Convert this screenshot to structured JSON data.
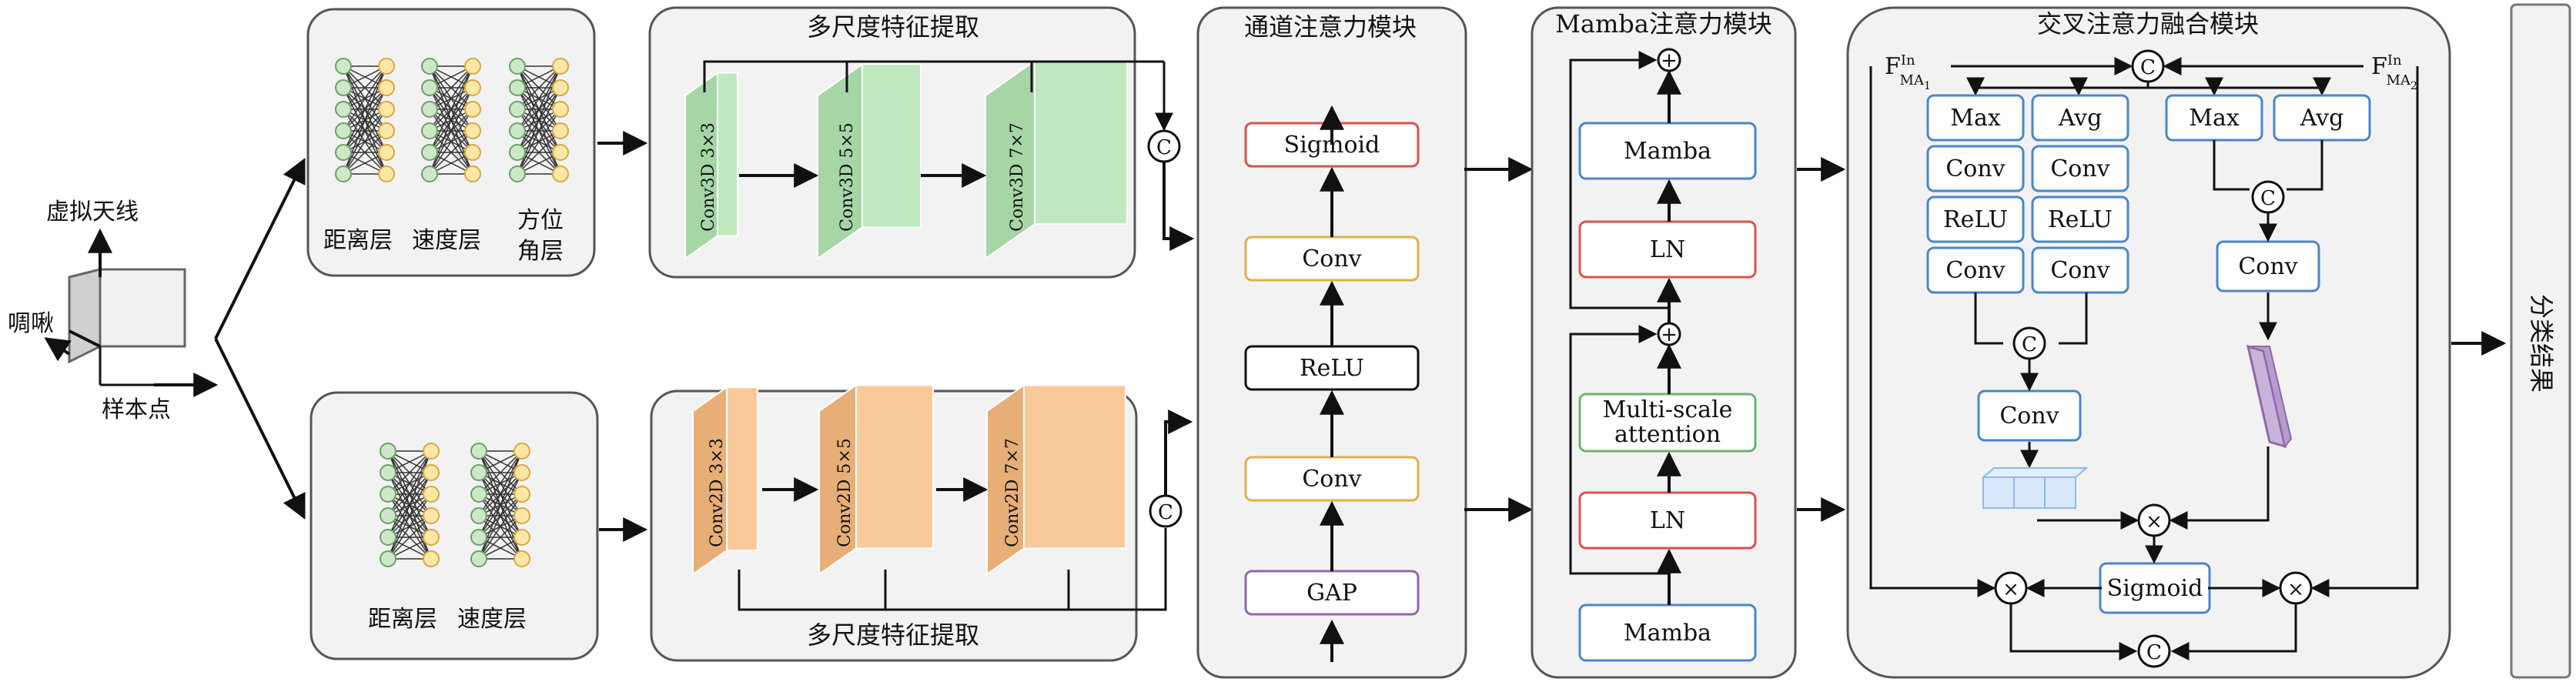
{
  "input": {
    "virtual_antenna": "虚拟天线",
    "chirp": "啁啾",
    "sample_point": "样本点"
  },
  "top_stream": {
    "layers": [
      "距离层",
      "速度层",
      "方位",
      "角层"
    ],
    "multiscale_title": "多尺度特征提取",
    "convs": [
      "Conv3D 3×3",
      "Conv3D 5×5",
      "Conv3D 7×7"
    ]
  },
  "bottom_stream": {
    "layers": [
      "距离层",
      "速度层"
    ],
    "multiscale_title": "多尺度特征提取",
    "convs": [
      "Conv2D 3×3",
      "Conv2D 5×5",
      "Conv2D 7×7"
    ]
  },
  "concat_symbol": "C",
  "channel_attention": {
    "title": "通道注意力模块",
    "blocks": [
      "Sigmoid",
      "Conv",
      "ReLU",
      "Conv",
      "GAP"
    ]
  },
  "mamba_attention": {
    "title": "Mamba注意力模块",
    "blocks": [
      "Mamba",
      "LN",
      "Multi-scale",
      "attention",
      "LN",
      "Mamba"
    ],
    "add_symbol": "+"
  },
  "cross_attention": {
    "title": "交叉注意力融合模块",
    "f_base": "F",
    "f_sup": "In",
    "f1_sub": "MA",
    "f1_sub_index": "1",
    "f2_sub": "MA",
    "f2_sub_index": "2",
    "left_grid": [
      [
        "Max",
        "Avg"
      ],
      [
        "Conv",
        "Conv"
      ],
      [
        "ReLU",
        "ReLU"
      ],
      [
        "Conv",
        "Conv"
      ]
    ],
    "right_top": [
      "Max",
      "Avg"
    ],
    "right_conv": "Conv",
    "mid_conv": "Conv",
    "sigmoid": "Sigmoid",
    "mul_symbol": "×"
  },
  "output": {
    "label": "分类结果"
  },
  "colors": {
    "panel_bg": "#f2f2f2",
    "panel_border": "#555555",
    "red": "#d9534f",
    "yellow": "#e0b04a",
    "purple": "#8e6aa8",
    "blue": "#4a86c8",
    "green": "#6bb36b",
    "green_face": "#bfe8bf",
    "orange_face": "#f9c99a",
    "node_green": "#cde8c6",
    "node_yellow": "#fde7a6"
  }
}
